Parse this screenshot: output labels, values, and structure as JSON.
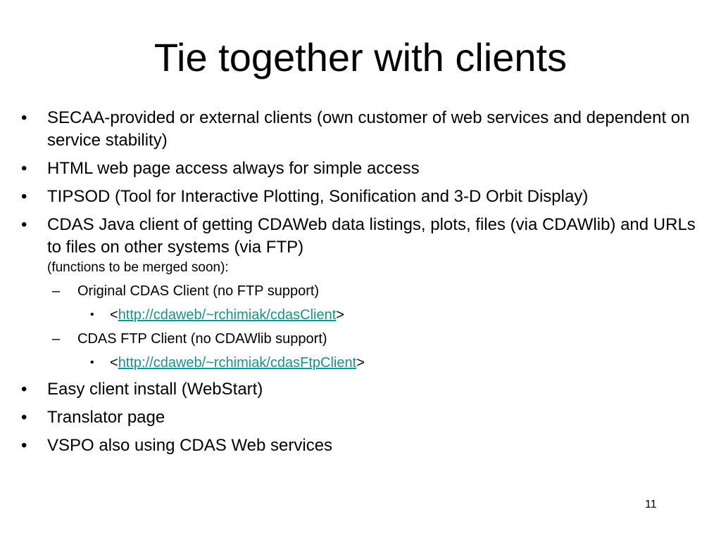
{
  "slide": {
    "title": "Tie together with clients",
    "page_number": "11",
    "bullet_glyph": "•",
    "dash_glyph": "–",
    "link_color": "#1a8f8f"
  },
  "bullets": [
    {
      "text": "SECAA-provided or external clients (own customer of web services and dependent on service stability)"
    },
    {
      "text": "HTML web page access always for simple access"
    },
    {
      "text": "TIPSOD (Tool for Interactive Plotting, Sonification and 3-D Orbit Display)"
    },
    {
      "text": "CDAS Java client of getting CDAWeb data listings, plots, files (via CDAWlib) and URLs to files on other systems (via FTP)",
      "note": "(functions to be merged soon):",
      "sub": [
        {
          "text": "Original CDAS Client (no FTP support)",
          "link_prefix": "<",
          "link": "http://cdaweb/~rchimiak/cdasClient",
          "link_suffix": ">"
        },
        {
          "text": "CDAS FTP Client (no CDAWlib support)",
          "link_prefix": "<",
          "link": "http://cdaweb/~rchimiak/cdasFtpClient",
          "link_suffix": ">"
        }
      ]
    },
    {
      "text": "Easy client install (WebStart)"
    },
    {
      "text": "Translator page"
    },
    {
      "text": "VSPO also using CDAS Web services"
    }
  ]
}
